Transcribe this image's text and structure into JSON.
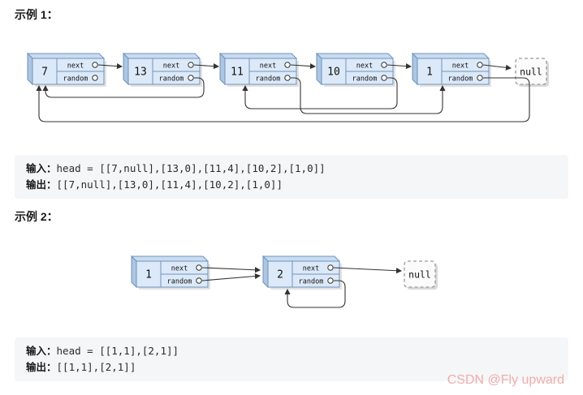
{
  "page": {
    "watermark": "CSDN @Fly upward"
  },
  "labels": {
    "next": "next",
    "random": "random",
    "null": "null"
  },
  "examples": [
    {
      "title": "示例 1：",
      "nodes": [
        {
          "value": "7"
        },
        {
          "value": "13"
        },
        {
          "value": "11"
        },
        {
          "value": "10"
        },
        {
          "value": "1"
        }
      ],
      "io": {
        "input_label": "输入：",
        "input_value": "head = [[7,null],[13,0],[11,4],[10,2],[1,0]]",
        "output_label": "输出：",
        "output_value": "[[7,null],[13,0],[11,4],[10,2],[1,0]]"
      }
    },
    {
      "title": "示例 2：",
      "nodes": [
        {
          "value": "1"
        },
        {
          "value": "2"
        }
      ],
      "io": {
        "input_label": "输入：",
        "input_value": "head = [[1,1],[2,1]]",
        "output_label": "输出：",
        "output_value": "[[1,1],[2,1]]"
      }
    }
  ],
  "colors": {
    "node_face": "#dce9f8",
    "node_border": "#6f93bb",
    "arrow": "#333333",
    "code_background": "#f5f6f7",
    "watermark_color": "#f1acac"
  }
}
